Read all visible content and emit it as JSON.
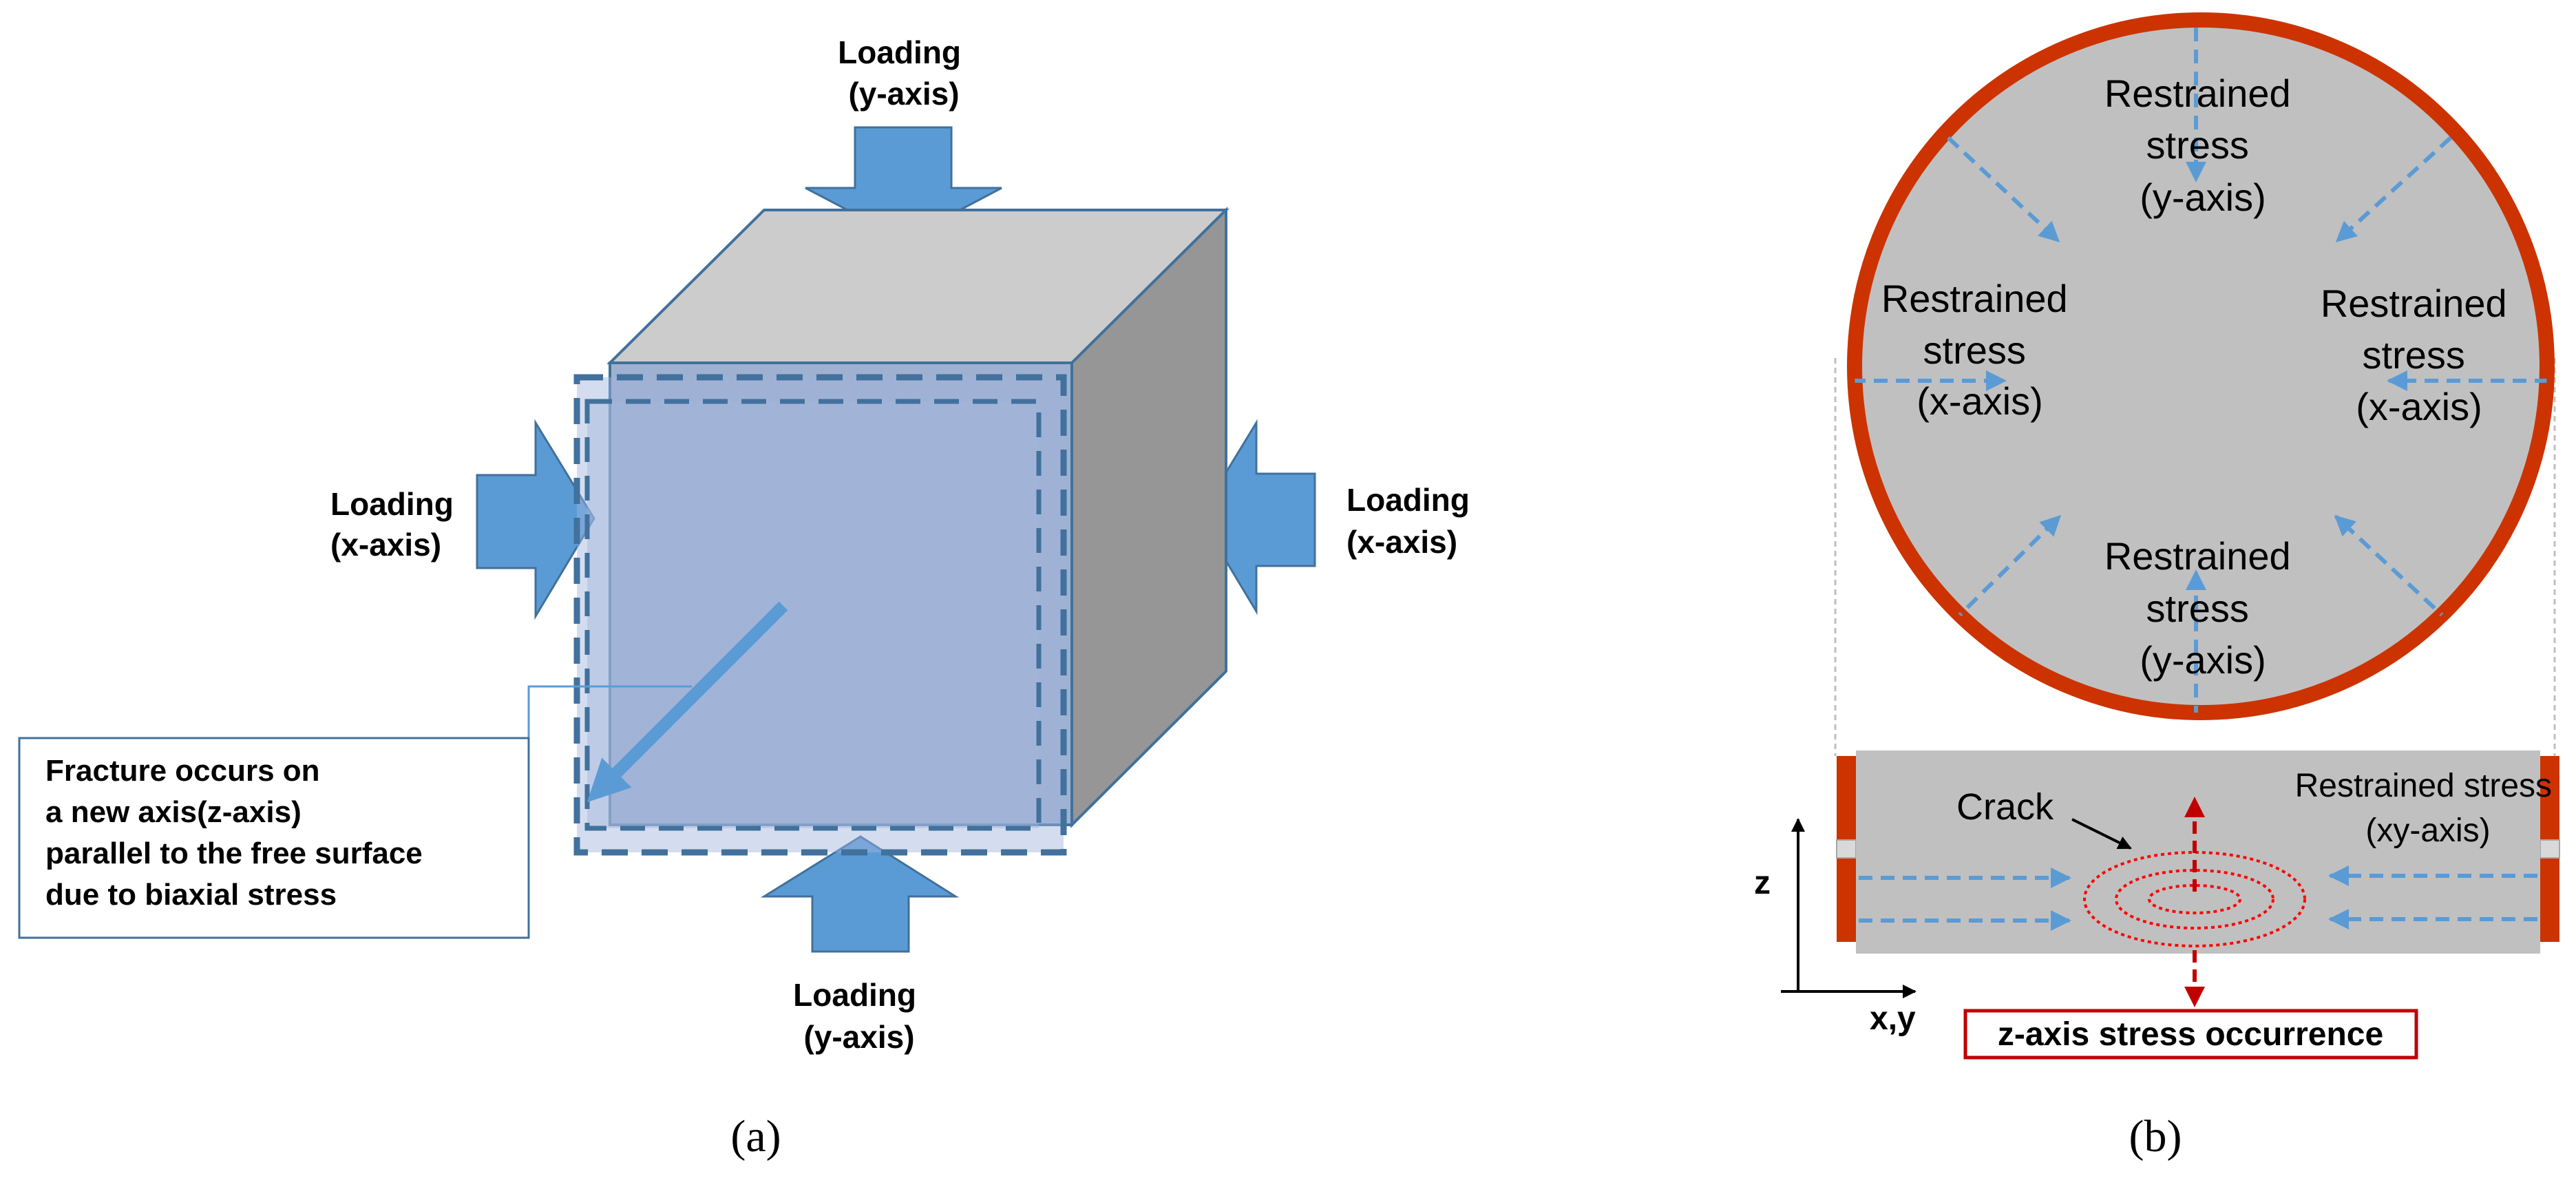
{
  "colors": {
    "arrow_blue": "#5b9bd5",
    "outline_blue": "#41719c",
    "cube_top": "#cccccc",
    "cube_side": "#969696",
    "cube_front": "#9fb1d0",
    "disk_gray": "#c0c0c0",
    "restraint_red": "#cc3300",
    "crack_red": "#ff0000",
    "dark_red": "#c00000"
  },
  "panel_a": {
    "top_load": [
      "Loading",
      "(y-axis)"
    ],
    "bottom_load": [
      "Loading",
      "(y-axis)"
    ],
    "left_load": [
      "Loading",
      "(x-axis)"
    ],
    "right_load": [
      "Loading",
      "(x-axis)"
    ],
    "fracture_note": [
      "Fracture occurs on",
      "a new axis(z-axis)",
      "parallel to the free surface",
      "due to biaxial stress"
    ],
    "caption": "(a)"
  },
  "panel_b": {
    "disk_top": [
      "Restrained",
      "stress",
      "(y-axis)"
    ],
    "disk_left": [
      "Restrained",
      "stress",
      "(x-axis)"
    ],
    "disk_right": [
      "Restrained",
      "stress",
      "(x-axis)"
    ],
    "disk_bottom": [
      "Restrained",
      "stress",
      "(y-axis)"
    ],
    "crack_label": "Crack",
    "xy_stress": [
      "Restrained stress",
      "(xy-axis)"
    ],
    "axis_z": "z",
    "axis_xy": "x,y",
    "z_stress": "z-axis stress occurrence",
    "caption": "(b)"
  }
}
